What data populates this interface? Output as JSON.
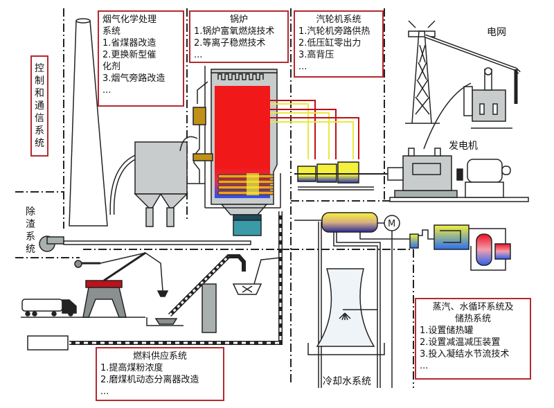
{
  "title": "火电厂灵活性改造系统示意图",
  "colors": {
    "box_border": "#b5282e",
    "furnace_red": "#f01818",
    "steam_yellow": "#f5f03c",
    "water_blue": "#3050e0",
    "equipment_gray": "#c8cccc",
    "teal": "#3a9aa8",
    "crane_red": "#c0101a",
    "brass": "#c09018"
  },
  "boxes": {
    "flue_gas": {
      "title": "烟气化学处理系统",
      "lines": [
        "烟气化学处理",
        "系统",
        "1.省煤器改造",
        "2.更换新型催",
        "化剂",
        "3.烟气旁路改造",
        "..."
      ]
    },
    "boiler": {
      "title": "锅炉",
      "lines": [
        "1.锅炉富氧燃烧技术",
        "2.等离子稳燃技术",
        "..."
      ]
    },
    "turbine": {
      "title": "汽轮机系统",
      "lines": [
        "1.汽轮机旁路供热",
        "2.低压缸零出力",
        "3.高背压",
        "..."
      ]
    },
    "steam_water": {
      "title_lines": [
        "蒸汽、水循环系统及",
        "储热系统"
      ],
      "lines": [
        "1.设置储热罐",
        "2.设置减温减压装置",
        "3.投入凝结水节流技术",
        "..."
      ]
    },
    "fuel_supply": {
      "title": "燃料供应系统",
      "lines": [
        "1.提高煤粉浓度",
        "2.磨煤机动态分离器改造",
        "..."
      ]
    },
    "control": {
      "label": "控制和通信系统"
    }
  },
  "labels": {
    "grid": "电网",
    "generator": "发电机",
    "slag_removal": "除渣系统",
    "cooling_water": "冷却水系统"
  },
  "equipment": [
    {
      "name": "chimney"
    },
    {
      "name": "electrostatic-precipitator"
    },
    {
      "name": "boiler-furnace"
    },
    {
      "name": "air-preheater"
    },
    {
      "name": "steam-turbine-stages",
      "count": 3
    },
    {
      "name": "generator"
    },
    {
      "name": "transformer"
    },
    {
      "name": "transmission-tower"
    },
    {
      "name": "condenser"
    },
    {
      "name": "pump"
    },
    {
      "name": "heat-storage-tank"
    },
    {
      "name": "cooling-tower"
    },
    {
      "name": "crane"
    },
    {
      "name": "coal-truck"
    },
    {
      "name": "conveyor"
    },
    {
      "name": "coal-bunker"
    },
    {
      "name": "slag-fan"
    }
  ]
}
